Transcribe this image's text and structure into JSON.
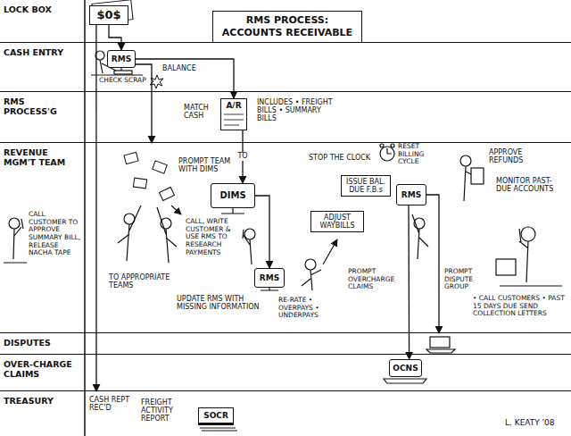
{
  "diagram": {
    "title": "RMS PROCESS: ACCOUNTS RECEIVABLE",
    "nodes": [
      {
        "text": [
          "LOCK BOX"
        ]
      },
      {
        "text": [
          "CASH ENTRY"
        ]
      },
      {
        "text": [
          "RMS PROCESS'G"
        ]
      },
      {
        "text": [
          "REVENUE MGM'T TEAM"
        ]
      },
      {
        "text": [
          "DISPUTES"
        ]
      },
      {
        "text": [
          "OVER-CHARGE CLAIMS"
        ]
      },
      {
        "text": [
          "TREASURY"
        ]
      },
      {
        "text": [
          "$0$"
        ],
        "in": 0
      },
      {
        "text": [
          "RMS"
        ],
        "in": 1
      },
      {
        "text": [
          "A/R"
        ],
        "in": 2
      },
      {
        "text": [
          "DIMS"
        ],
        "in": 3
      },
      {
        "text": [
          "RMS"
        ],
        "in": 3
      },
      {
        "text": [
          "ISSUE BAL. DUE F.B.s"
        ],
        "in": 3
      },
      {
        "text": [
          "ADJUST WAYBILLS"
        ],
        "in": 3
      },
      {
        "text": [
          "RMS"
        ],
        "in": 3
      },
      {
        "text": [
          "OCNS"
        ],
        "in": 5
      },
      {
        "text": [
          "SOCR"
        ],
        "in": 6
      }
    ],
    "edges": [
      {
        "from": 7,
        "to": 8,
        "arrow": "to"
      },
      {
        "from": 7,
        "to": 6,
        "arrow": "to"
      },
      {
        "from": 8,
        "to": 9,
        "arrow": "to"
      },
      {
        "from": 8,
        "to": 3,
        "arrow": "to"
      },
      {
        "from": 9,
        "to": 10,
        "label": "TO",
        "arrow": "to"
      },
      {
        "from": 10,
        "to": 11,
        "arrow": "to"
      },
      {
        "from": 14,
        "to": 15,
        "arrow": "to"
      },
      {
        "from": 14,
        "to": 4,
        "arrow": "to"
      }
    ],
    "labels": [
      "CHECK SCRAP",
      "BALANCE",
      "MATCH CASH",
      "INCLUDES • FREIGHT BILLS • SUMMARY BILLS",
      "PROMPT TEAM WITH DIMS",
      "CALL CUSTOMER TO APPROVE SUMMARY BILL, RELEASE NACHA TAPE",
      "TO APPROPRIATE TEAMS",
      "CALL, WRITE CUSTOMER & USE RMS TO RESEARCH PAYMENTS",
      "UPDATE RMS WITH MISSING INFORMATION",
      "RE-RATE • OVERPAYS • UNDERPAYS",
      "STOP THE CLOCK",
      "RESET BILLING CYCLE",
      "APPROVE REFUNDS",
      "MONITOR PAST-DUE ACCOUNTS",
      "PROMPT OVERCHARGE CLAIMS",
      "PROMPT DISPUTE GROUP",
      "• CALL CUSTOMERS • PAST 15 DAYS DUE SEND COLLECTION LETTERS",
      "CASH REPT REC'D",
      "FREIGHT ACTIVITY REPORT",
      "L. KEATY '08"
    ]
  }
}
